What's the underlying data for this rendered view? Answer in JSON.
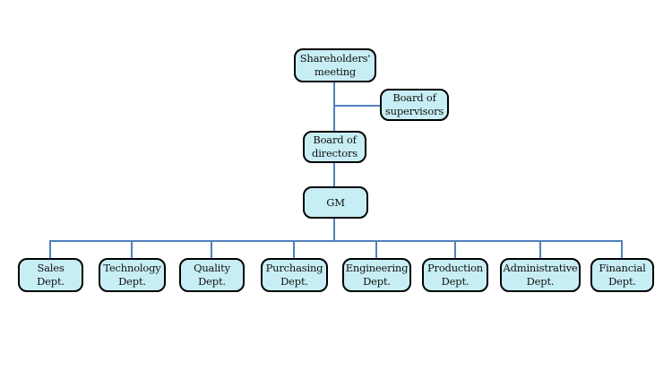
{
  "diagram": {
    "type": "org-chart",
    "colors": {
      "background": "#ffffff",
      "box_fill": "#c8eef5",
      "box_border": "#000000",
      "connector": "#4f81bd",
      "text": "#111111"
    },
    "nodes": {
      "shareholders": {
        "line1": "Shareholders'",
        "line2": "meeting"
      },
      "supervisors": {
        "line1": "Board of",
        "line2": "supervisors"
      },
      "directors": {
        "line1": "Board of",
        "line2": "directors"
      },
      "gm": {
        "line1": "GM"
      },
      "departments": [
        {
          "line1": "Sales",
          "line2": "Dept."
        },
        {
          "line1": "Technology",
          "line2": "Dept."
        },
        {
          "line1": "Quality",
          "line2": "Dept."
        },
        {
          "line1": "Purchasing",
          "line2": "Dept."
        },
        {
          "line1": "Engineering",
          "line2": "Dept."
        },
        {
          "line1": "Production",
          "line2": "Dept."
        },
        {
          "line1": "Administrative",
          "line2": "Dept."
        },
        {
          "line1": "Financial",
          "line2": "Dept."
        }
      ]
    },
    "edges": [
      [
        "Shareholders' meeting",
        "Board of supervisors"
      ],
      [
        "Shareholders' meeting",
        "Board of directors"
      ],
      [
        "Board of directors",
        "GM"
      ],
      [
        "GM",
        "Sales Dept."
      ],
      [
        "GM",
        "Technology Dept."
      ],
      [
        "GM",
        "Quality Dept."
      ],
      [
        "GM",
        "Purchasing Dept."
      ],
      [
        "GM",
        "Engineering Dept."
      ],
      [
        "GM",
        "Production Dept."
      ],
      [
        "GM",
        "Administrative Dept."
      ],
      [
        "GM",
        "Financial Dept."
      ]
    ]
  }
}
